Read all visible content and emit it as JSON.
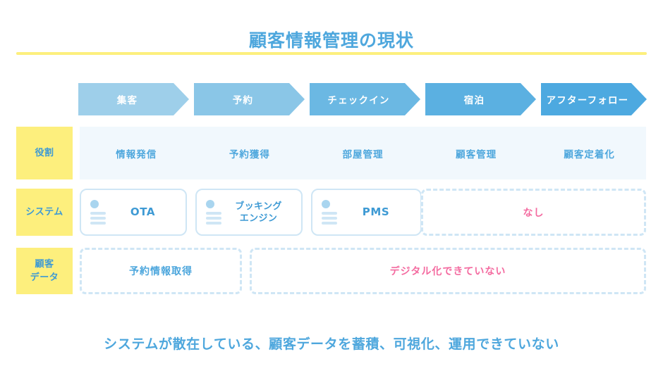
{
  "header": {
    "title": "顧客情報管理の現状",
    "rule_color": "#fdef7d",
    "title_color": "#4ea7dd"
  },
  "flow": {
    "steps": [
      {
        "label": "集客",
        "color": "#9ecfea"
      },
      {
        "label": "予約",
        "color": "#8ac6e7"
      },
      {
        "label": "チェックイン",
        "color": "#6bb8e3"
      },
      {
        "label": "宿泊",
        "color": "#5bb0e1"
      },
      {
        "label": "アフターフォロー",
        "color": "#4da9e0"
      }
    ]
  },
  "rows": {
    "role": {
      "label": "役割",
      "background": "#f1f8fd",
      "cells": [
        "情報発信",
        "予約獲得",
        "部屋管理",
        "顧客管理",
        "顧客定着化"
      ]
    },
    "system": {
      "label": "システム",
      "cards": [
        {
          "name": "OTA",
          "icon": "document-list-icon",
          "multiline": false
        },
        {
          "name": "ブッキング\nエンジン",
          "line1": "ブッキング",
          "line2": "エンジン",
          "icon": "document-list-icon",
          "multiline": true
        },
        {
          "name": "PMS",
          "icon": "document-list-icon",
          "multiline": false
        }
      ],
      "empty_box": {
        "label": "なし",
        "color": "#f46ba0"
      }
    },
    "customer_data": {
      "label_line1": "顧客",
      "label_line2": "データ",
      "boxes": [
        {
          "label": "予約情報取得",
          "color": "#4ea7dd",
          "style": "blue-text"
        },
        {
          "label": "デジタル化できていない",
          "color": "#f46ba0",
          "style": "pink-text"
        }
      ]
    }
  },
  "conclusion": {
    "text": "システムが散在している、顧客データを蓄積、可視化、運用できていない",
    "color": "#4ea7dd"
  }
}
